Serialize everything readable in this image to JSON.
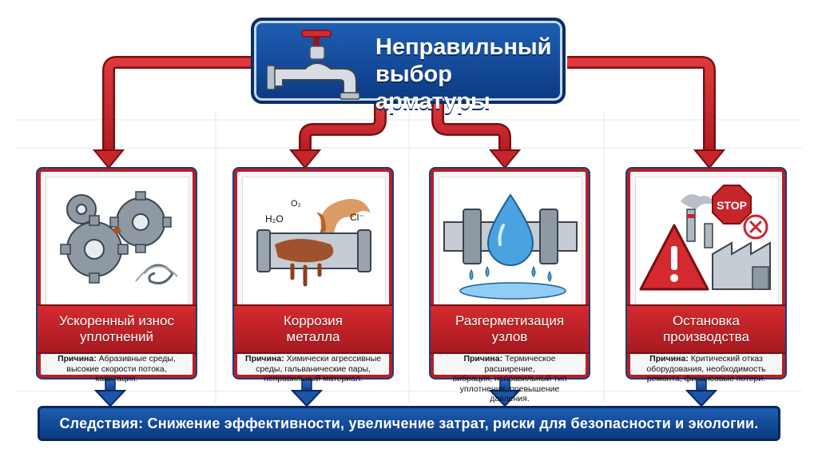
{
  "header": {
    "title_line1": "Неправильный",
    "title_line2": "выбор арматуры"
  },
  "cards": [
    {
      "title_line1": "Ускоренный износ",
      "title_line2": "уплотнений",
      "cause_label": "Причина:",
      "cause_line1": "Абразивные среды,",
      "cause_line2": "высокие скорости потока,",
      "cause_line3": "кавитация.",
      "icon": "gears-icon"
    },
    {
      "title_line1": "Коррозия",
      "title_line2": "металла",
      "cause_label": "Причина:",
      "cause_line1": "Химически агрессивные",
      "cause_line2": "среды, гальванические пары,",
      "cause_line3": "неправильный материал.",
      "icon": "corroded-pipe-icon",
      "labels": {
        "water": "H₂O",
        "oxygen": "O₂",
        "chloride": "Cl⁻"
      }
    },
    {
      "title_line1": "Разгерметизация",
      "title_line2": "узлов",
      "cause_label": "Причина:",
      "cause_line1": "Термическое расширение,",
      "cause_line2": "вибрация, неправильный тип",
      "cause_line3": "уплотнения, превышение давления.",
      "icon": "leaking-pipe-icon"
    },
    {
      "title_line1": "Остановка",
      "title_line2": "производства",
      "cause_label": "Причина:",
      "cause_line1": "Критический отказ",
      "cause_line2": "оборудования, необходимость",
      "cause_line3": "ремонта, финансовые потери.",
      "icon": "factory-stop-icon",
      "stop_sign": "STOP"
    }
  ],
  "footer": {
    "text": "Следствия: Снижение эффективности, увеличение затрат, риски для безопасности и экологии."
  },
  "colors": {
    "red": "#c8252b",
    "blue": "#0c3a82",
    "accent_blue": "#1f5fb4"
  }
}
